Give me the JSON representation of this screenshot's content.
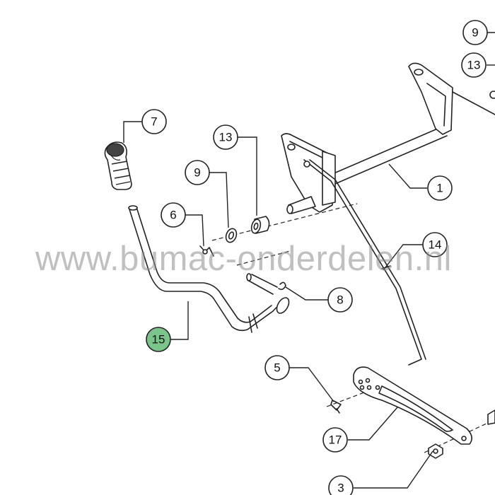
{
  "watermark": "www.bumac-onderdelen.nl",
  "highlight_color": "#79c58a",
  "callouts": [
    {
      "id": "c9a",
      "label": "9"
    },
    {
      "id": "c13a",
      "label": "13"
    },
    {
      "id": "c7",
      "label": "7"
    },
    {
      "id": "c13b",
      "label": "13"
    },
    {
      "id": "c9b",
      "label": "9"
    },
    {
      "id": "c1",
      "label": "1"
    },
    {
      "id": "c6",
      "label": "6"
    },
    {
      "id": "c14",
      "label": "14"
    },
    {
      "id": "c8",
      "label": "8"
    },
    {
      "id": "c15",
      "label": "15",
      "highlighted": true
    },
    {
      "id": "c5",
      "label": "5"
    },
    {
      "id": "c17",
      "label": "17"
    },
    {
      "id": "c3",
      "label": "3"
    }
  ]
}
